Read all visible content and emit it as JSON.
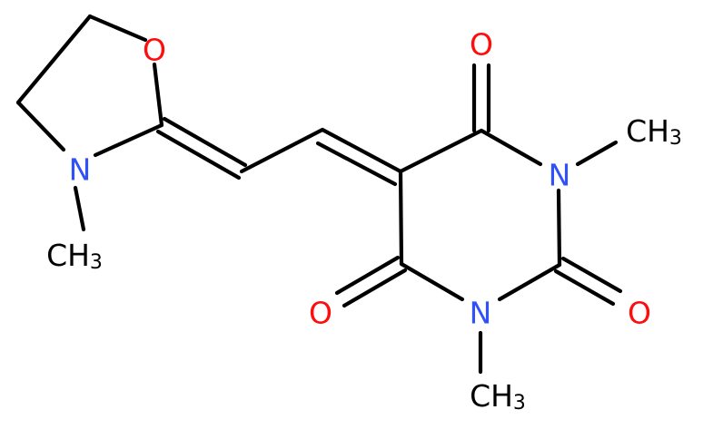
{
  "colors": {
    "background": "#ffffff",
    "bond": "#000000",
    "carbon": "#000000",
    "nitrogen": "#3050f8",
    "oxygen": "#ff0d0d"
  },
  "atoms": {
    "ring_oxygen": {
      "symbol": "O",
      "element": "oxygen"
    },
    "ring_nitrogen": {
      "symbol": "N",
      "element": "nitrogen"
    },
    "n_methyl": {
      "symbol": "CH",
      "subscript": "3",
      "element": "carbon"
    },
    "carbonyl_top": {
      "symbol": "O",
      "element": "oxygen"
    },
    "n1": {
      "symbol": "N",
      "element": "nitrogen"
    },
    "n1_methyl": {
      "symbol": "CH",
      "subscript": "3",
      "element": "carbon"
    },
    "carbonyl_left": {
      "symbol": "O",
      "element": "oxygen"
    },
    "n3": {
      "symbol": "N",
      "element": "nitrogen"
    },
    "n3_methyl": {
      "symbol": "CH",
      "subscript": "3",
      "element": "carbon"
    },
    "carbonyl_right": {
      "symbol": "O",
      "element": "oxygen"
    }
  }
}
